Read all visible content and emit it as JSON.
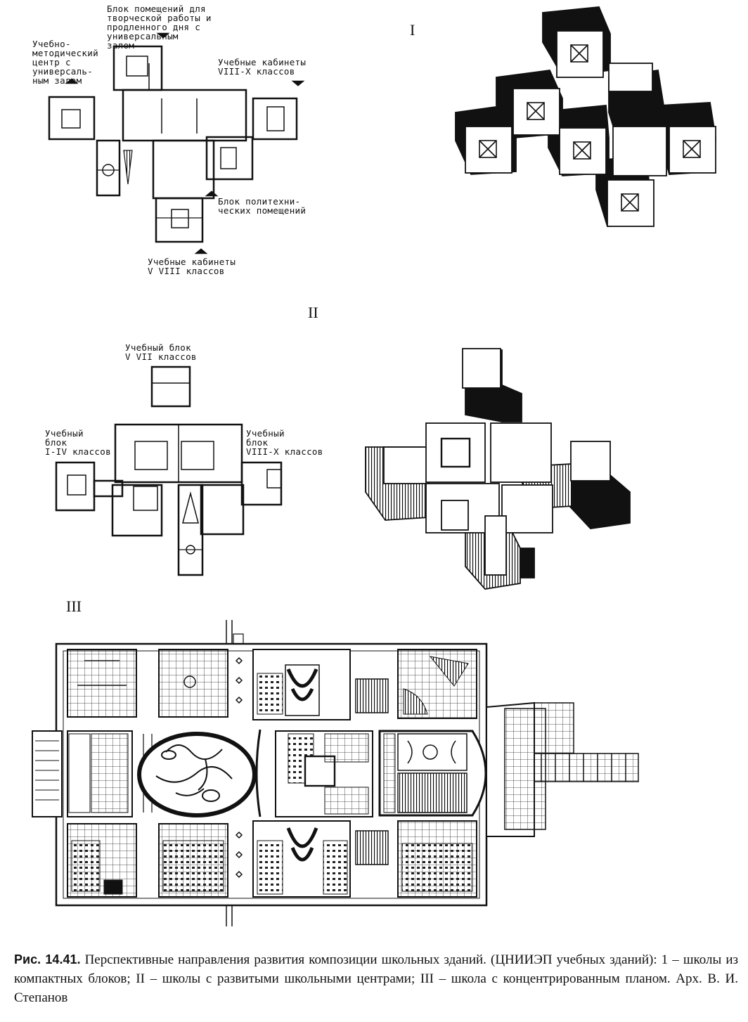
{
  "sections": {
    "s1": {
      "numeral": "I",
      "labels": {
        "creative_block": "Блок помещений для\nтворческой работы и\nпродленного дня с\nуниверсальным\nзалом",
        "methodic_center": "Учебно-\nметодический\nцентр с\nуниверсаль-\nным залом",
        "cabinets_8_10": "Учебные кабинеты\nVIII-X классов",
        "polytech_block": "Блок политехни-\nческих помещений",
        "cabinets_5_8": "Учебные кабинеты\nV VIII классов"
      }
    },
    "s2": {
      "numeral": "II",
      "labels": {
        "block_5_7": "Учебный блок\nV VII классов",
        "block_1_4": "Учебный\nблок\nI-IV классов",
        "block_8_10": "Учебный\nблок\nVIII-X классов"
      }
    },
    "s3": {
      "numeral": "III"
    }
  },
  "caption": {
    "label": "Рис. 14.41.",
    "text": "Перспективные направления развития композиции школьных зданий. (ЦНИИЭП учебных зданий): 1 – школы из компактных блоков; II – школы с развитыми школьными центрами; III – школа с концентрированным планом. Арх. В. И. Степанов"
  }
}
